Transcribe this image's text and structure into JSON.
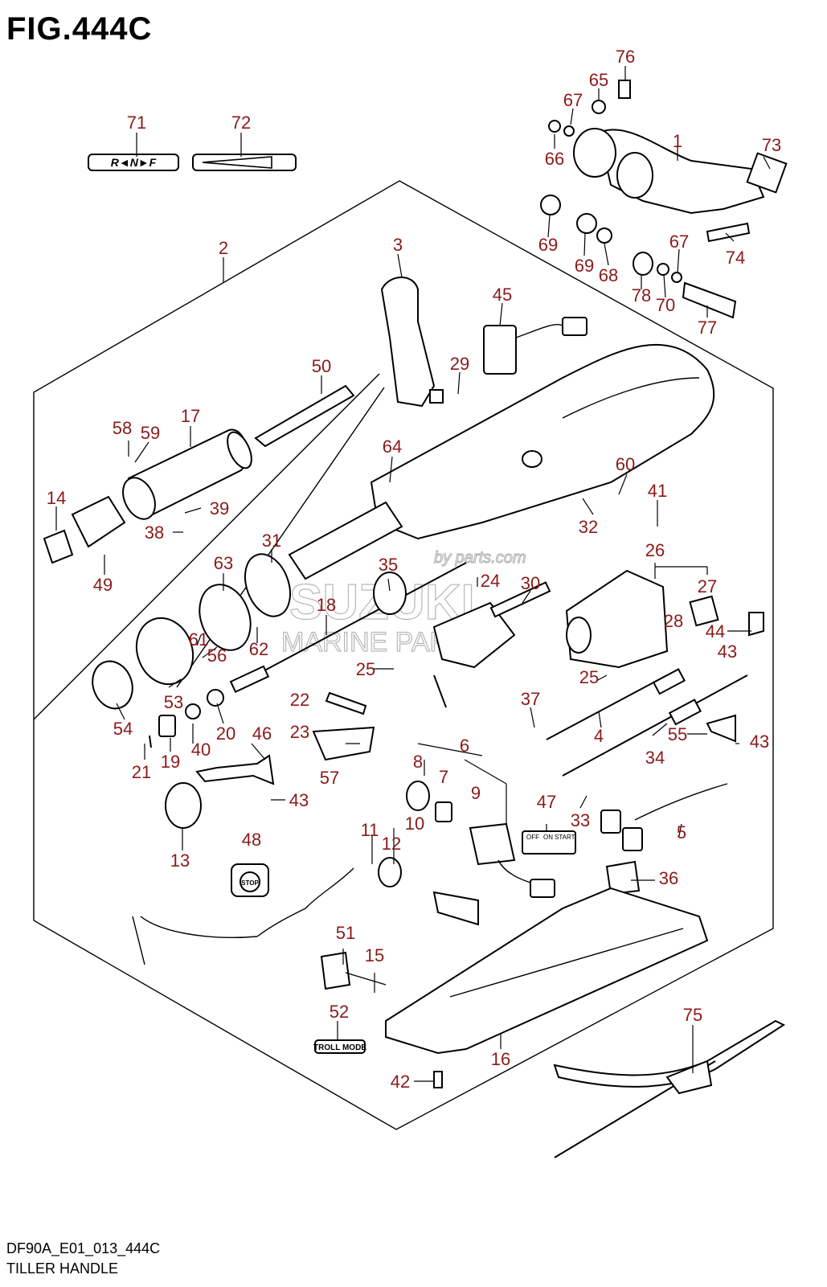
{
  "figure": {
    "title": "FIG.444C",
    "code": "DF90A_E01_013_444C",
    "name": "TILLER HANDLE",
    "watermark_main": "SUZUKI",
    "watermark_sub": "MARINE PARTS",
    "watermark_url": "by  parts.com"
  },
  "decals": {
    "shift": "R◄N►F",
    "stop": "STOP",
    "key_off": "OFF",
    "key_on": "ON",
    "key_start": "START",
    "troll": "TROLL MODE"
  },
  "colors": {
    "callout": "#8b1a1a",
    "line": "#000000"
  },
  "callouts": [
    {
      "id": "c1",
      "label": "1"
    },
    {
      "id": "c2",
      "label": "2"
    },
    {
      "id": "c3",
      "label": "3"
    },
    {
      "id": "c4",
      "label": "4"
    },
    {
      "id": "c5",
      "label": "5"
    },
    {
      "id": "c6",
      "label": "6"
    },
    {
      "id": "c7",
      "label": "7"
    },
    {
      "id": "c8",
      "label": "8"
    },
    {
      "id": "c9",
      "label": "9"
    },
    {
      "id": "c10",
      "label": "10"
    },
    {
      "id": "c11",
      "label": "11"
    },
    {
      "id": "c12",
      "label": "12"
    },
    {
      "id": "c13",
      "label": "13"
    },
    {
      "id": "c14",
      "label": "14"
    },
    {
      "id": "c15",
      "label": "15"
    },
    {
      "id": "c16",
      "label": "16"
    },
    {
      "id": "c17",
      "label": "17"
    },
    {
      "id": "c18",
      "label": "18"
    },
    {
      "id": "c19",
      "label": "19"
    },
    {
      "id": "c20",
      "label": "20"
    },
    {
      "id": "c21",
      "label": "21"
    },
    {
      "id": "c22",
      "label": "22"
    },
    {
      "id": "c23",
      "label": "23"
    },
    {
      "id": "c24",
      "label": "24"
    },
    {
      "id": "c25a",
      "label": "25"
    },
    {
      "id": "c25b",
      "label": "25"
    },
    {
      "id": "c26",
      "label": "26"
    },
    {
      "id": "c27",
      "label": "27"
    },
    {
      "id": "c28",
      "label": "28"
    },
    {
      "id": "c29",
      "label": "29"
    },
    {
      "id": "c30",
      "label": "30"
    },
    {
      "id": "c31",
      "label": "31"
    },
    {
      "id": "c32",
      "label": "32"
    },
    {
      "id": "c33",
      "label": "33"
    },
    {
      "id": "c34",
      "label": "34"
    },
    {
      "id": "c35",
      "label": "35"
    },
    {
      "id": "c36",
      "label": "36"
    },
    {
      "id": "c37",
      "label": "37"
    },
    {
      "id": "c38",
      "label": "38"
    },
    {
      "id": "c39",
      "label": "39"
    },
    {
      "id": "c40",
      "label": "40"
    },
    {
      "id": "c41",
      "label": "41"
    },
    {
      "id": "c42",
      "label": "42"
    },
    {
      "id": "c43a",
      "label": "43"
    },
    {
      "id": "c43b",
      "label": "43"
    },
    {
      "id": "c43c",
      "label": "43"
    },
    {
      "id": "c44",
      "label": "44"
    },
    {
      "id": "c45",
      "label": "45"
    },
    {
      "id": "c46",
      "label": "46"
    },
    {
      "id": "c47",
      "label": "47"
    },
    {
      "id": "c48",
      "label": "48"
    },
    {
      "id": "c49",
      "label": "49"
    },
    {
      "id": "c50",
      "label": "50"
    },
    {
      "id": "c51",
      "label": "51"
    },
    {
      "id": "c52",
      "label": "52"
    },
    {
      "id": "c53",
      "label": "53"
    },
    {
      "id": "c54",
      "label": "54"
    },
    {
      "id": "c55",
      "label": "55"
    },
    {
      "id": "c56",
      "label": "56"
    },
    {
      "id": "c57",
      "label": "57"
    },
    {
      "id": "c58",
      "label": "58"
    },
    {
      "id": "c59",
      "label": "59"
    },
    {
      "id": "c60",
      "label": "60"
    },
    {
      "id": "c61",
      "label": "61"
    },
    {
      "id": "c62",
      "label": "62"
    },
    {
      "id": "c63",
      "label": "63"
    },
    {
      "id": "c64",
      "label": "64"
    },
    {
      "id": "c65",
      "label": "65"
    },
    {
      "id": "c66",
      "label": "66"
    },
    {
      "id": "c67a",
      "label": "67"
    },
    {
      "id": "c67b",
      "label": "67"
    },
    {
      "id": "c68",
      "label": "68"
    },
    {
      "id": "c69a",
      "label": "69"
    },
    {
      "id": "c69b",
      "label": "69"
    },
    {
      "id": "c70",
      "label": "70"
    },
    {
      "id": "c71",
      "label": "71"
    },
    {
      "id": "c72",
      "label": "72"
    },
    {
      "id": "c73",
      "label": "73"
    },
    {
      "id": "c74",
      "label": "74"
    },
    {
      "id": "c75",
      "label": "75"
    },
    {
      "id": "c76",
      "label": "76"
    },
    {
      "id": "c77",
      "label": "77"
    },
    {
      "id": "c78",
      "label": "78"
    }
  ]
}
